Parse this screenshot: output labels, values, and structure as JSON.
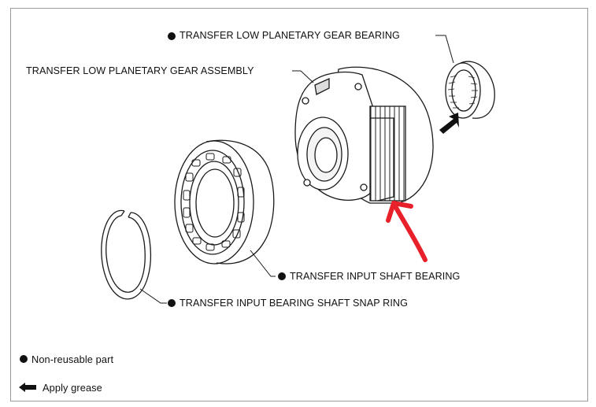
{
  "labels": {
    "low_gear_bearing": "TRANSFER LOW PLANETARY GEAR BEARING",
    "low_gear_assembly": "TRANSFER LOW PLANETARY GEAR ASSEMBLY",
    "input_shaft_bearing": "TRANSFER INPUT SHAFT BEARING",
    "snap_ring": "TRANSFER INPUT BEARING SHAFT SNAP RING"
  },
  "legend": {
    "non_reusable": "Non-reusable part",
    "apply_grease": "Apply grease"
  },
  "colors": {
    "line": "#1a1a1a",
    "annotation_arrow": "#e8202a",
    "grease_arrow": "#111111"
  },
  "icons": {
    "non_reusable_marker": "filled-circle",
    "grease_marker": "left-arrow"
  }
}
